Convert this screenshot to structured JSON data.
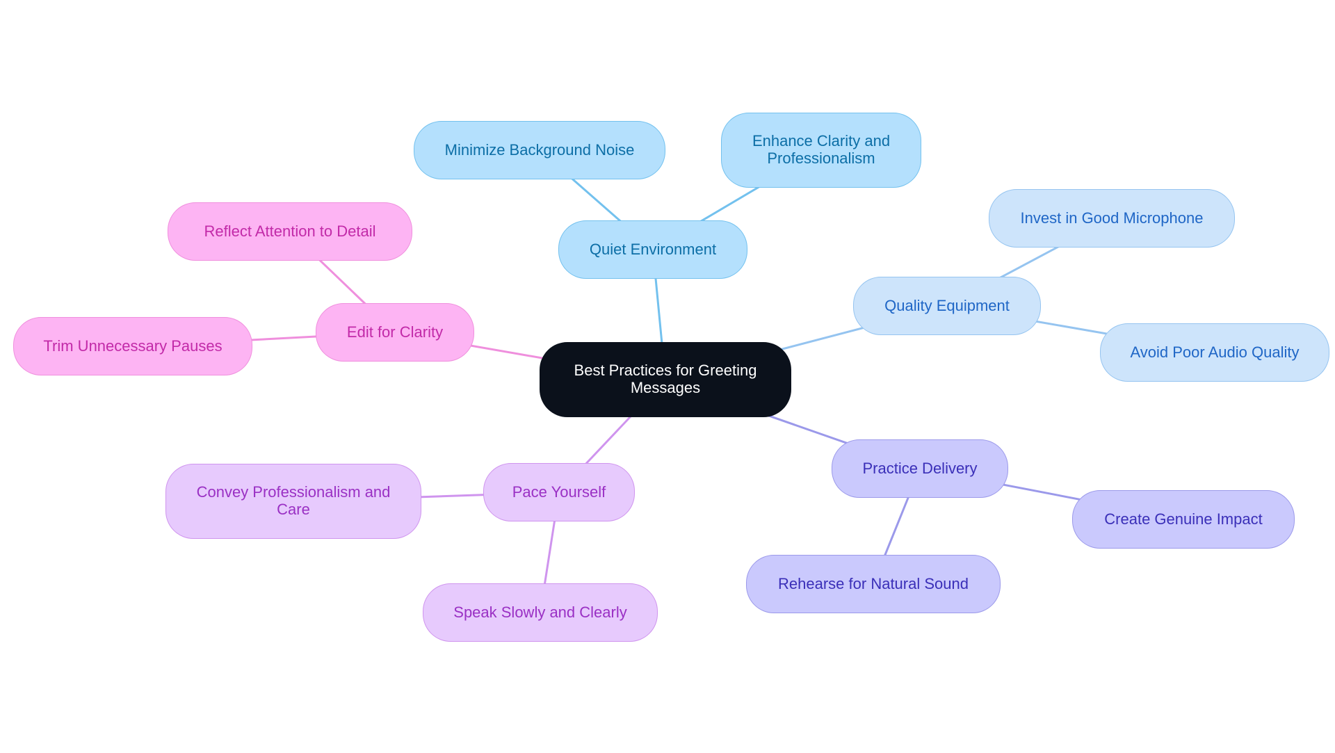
{
  "colors": {
    "root": {
      "fill": "#0b111b",
      "stroke": "#0b111b",
      "text": "#ffffff",
      "line": "#0b111b"
    },
    "quiet": {
      "fill": "#b4e0fd",
      "stroke": "#73c1ee",
      "text": "#0c6ea6",
      "line": "#73c1ee"
    },
    "equip": {
      "fill": "#cde4fb",
      "stroke": "#95c4f0",
      "text": "#1f66c6",
      "line": "#95c4f0"
    },
    "deliv": {
      "fill": "#cac9fd",
      "stroke": "#9b99ea",
      "text": "#3a2fb8",
      "line": "#9b99ea"
    },
    "pace": {
      "fill": "#e7cafd",
      "stroke": "#cf94ee",
      "text": "#9a30c4",
      "line": "#cf94ee"
    },
    "edit": {
      "fill": "#fdb4f3",
      "stroke": "#ef8fdd",
      "text": "#c22aa8",
      "line": "#ef8fdd"
    }
  },
  "nodes": {
    "root": {
      "label": "Best Practices for Greeting Messages",
      "group": "root"
    },
    "quiet_environment": {
      "label": "Quiet Environment",
      "group": "quiet"
    },
    "minimize_noise": {
      "label": "Minimize Background Noise",
      "group": "quiet"
    },
    "enhance_clarity": {
      "label": "Enhance Clarity and Professionalism",
      "group": "quiet"
    },
    "quality_equipment": {
      "label": "Quality Equipment",
      "group": "equip"
    },
    "good_microphone": {
      "label": "Invest in Good Microphone",
      "group": "equip"
    },
    "avoid_poor_audio": {
      "label": "Avoid Poor Audio Quality",
      "group": "equip"
    },
    "practice_delivery": {
      "label": "Practice Delivery",
      "group": "deliv"
    },
    "genuine_impact": {
      "label": "Create Genuine Impact",
      "group": "deliv"
    },
    "natural_sound": {
      "label": "Rehearse for Natural Sound",
      "group": "deliv"
    },
    "pace_yourself": {
      "label": "Pace Yourself",
      "group": "pace"
    },
    "convey_care": {
      "label": "Convey Professionalism and Care",
      "group": "pace"
    },
    "speak_slowly": {
      "label": "Speak Slowly and Clearly",
      "group": "pace"
    },
    "edit_clarity": {
      "label": "Edit for Clarity",
      "group": "edit"
    },
    "attention_detail": {
      "label": "Reflect Attention to Detail",
      "group": "edit"
    },
    "trim_pauses": {
      "label": "Trim Unnecessary Pauses",
      "group": "edit"
    }
  },
  "edges": [
    {
      "from": "root",
      "to": "quiet_environment",
      "group": "quiet"
    },
    {
      "from": "quiet_environment",
      "to": "minimize_noise",
      "group": "quiet"
    },
    {
      "from": "quiet_environment",
      "to": "enhance_clarity",
      "group": "quiet"
    },
    {
      "from": "root",
      "to": "quality_equipment",
      "group": "equip"
    },
    {
      "from": "quality_equipment",
      "to": "good_microphone",
      "group": "equip"
    },
    {
      "from": "quality_equipment",
      "to": "avoid_poor_audio",
      "group": "equip"
    },
    {
      "from": "root",
      "to": "practice_delivery",
      "group": "deliv"
    },
    {
      "from": "practice_delivery",
      "to": "genuine_impact",
      "group": "deliv"
    },
    {
      "from": "practice_delivery",
      "to": "natural_sound",
      "group": "deliv"
    },
    {
      "from": "root",
      "to": "pace_yourself",
      "group": "pace"
    },
    {
      "from": "pace_yourself",
      "to": "convey_care",
      "group": "pace"
    },
    {
      "from": "pace_yourself",
      "to": "speak_slowly",
      "group": "pace"
    },
    {
      "from": "root",
      "to": "edit_clarity",
      "group": "edit"
    },
    {
      "from": "edit_clarity",
      "to": "attention_detail",
      "group": "edit"
    },
    {
      "from": "edit_clarity",
      "to": "trim_pauses",
      "group": "edit"
    }
  ]
}
